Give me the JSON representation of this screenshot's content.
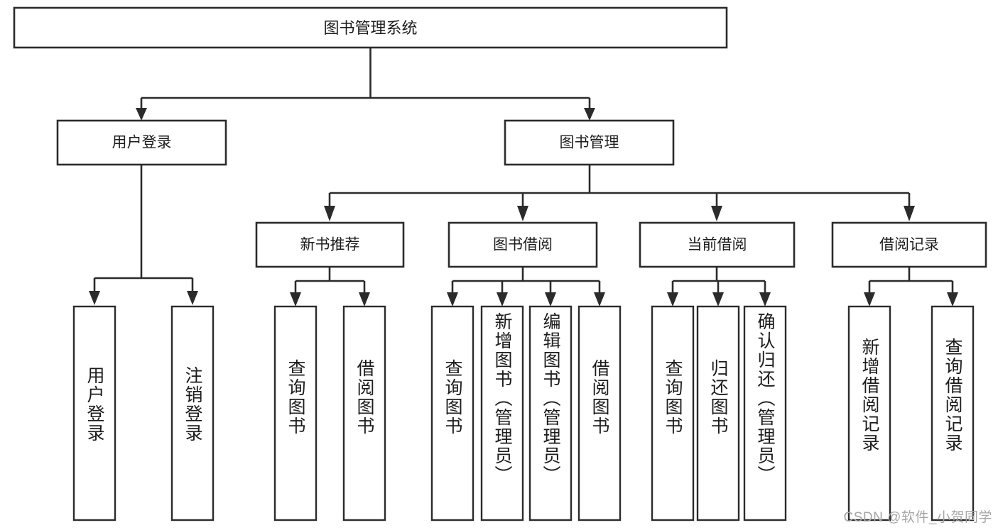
{
  "diagram": {
    "type": "tree-hierarchy-chart",
    "title": "图书管理系统",
    "orientation": "top-down",
    "colors": {
      "box_stroke": "#2b2b2b",
      "box_fill": "#ffffff",
      "connector": "#2b2b2b",
      "text": "#1c1c1c",
      "background": "#ffffff",
      "watermark": "#a6a6a6"
    },
    "levels": {
      "root": "图书管理系统",
      "level2": [
        "用户登录",
        "图书管理"
      ],
      "level3": [
        "新书推荐",
        "图书借阅",
        "当前借阅",
        "借阅记录"
      ]
    },
    "root": {
      "label": "图书管理系统"
    },
    "branches": [
      {
        "label": "用户登录",
        "children": [
          {
            "label": "用户登录"
          },
          {
            "label": "注销登录"
          }
        ]
      },
      {
        "label": "图书管理",
        "children": [
          {
            "label": "新书推荐",
            "children": [
              {
                "label": "查询图书"
              },
              {
                "label": "借阅图书"
              }
            ]
          },
          {
            "label": "图书借阅",
            "children": [
              {
                "label": "查询图书"
              },
              {
                "label": "新增图书（管理员）"
              },
              {
                "label": "编辑图书（管理员）"
              },
              {
                "label": "借阅图书"
              }
            ]
          },
          {
            "label": "当前借阅",
            "children": [
              {
                "label": "查询图书"
              },
              {
                "label": "归还图书"
              },
              {
                "label": "确认归还（管理员）"
              }
            ]
          },
          {
            "label": "借阅记录",
            "children": [
              {
                "label": "新增借阅记录"
              },
              {
                "label": "查询借阅记录"
              }
            ]
          }
        ]
      }
    ]
  },
  "watermark": {
    "text": "CSDN @软件_小贺同学"
  }
}
